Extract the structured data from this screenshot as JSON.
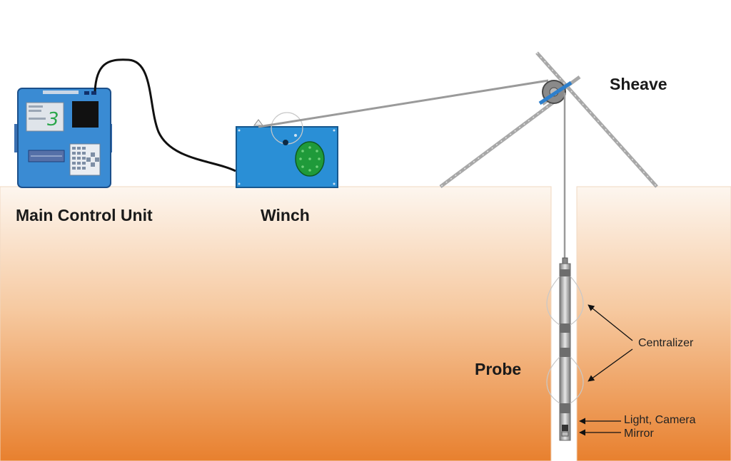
{
  "labels": {
    "main_control_unit": "Main Control Unit",
    "winch": "Winch",
    "sheave": "Sheave",
    "probe": "Probe",
    "centralizer": "Centralizer",
    "light_camera": "Light, Camera",
    "mirror": "Mirror"
  },
  "device": {
    "screen_digit": "3"
  },
  "colors": {
    "ground_top": "#fdf4ec",
    "ground_bottom": "#e8802e",
    "device_blue": "#2f80c9",
    "winch_blue": "#2a8fd6",
    "winch_drum": "#1f9a3a",
    "cable": "#111111",
    "sheave_blue": "#2d7fcc"
  }
}
